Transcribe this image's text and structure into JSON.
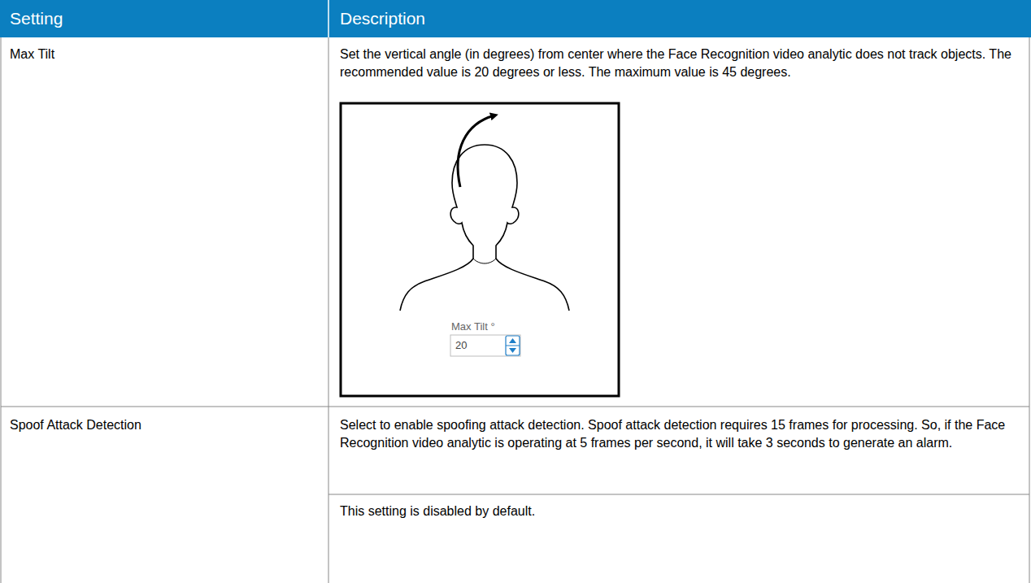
{
  "diagram": {
    "labels": [
      "Setting",
      "Description",
      "Max Tilt",
      "Set the vertical angle (in degrees) from center where the Face Recognition video analytic does not track objects. The recommended value is 20 degrees or less. The maximum value is 45 degrees.",
      "Max Tilt °",
      "20",
      "Spoof Attack Detection",
      "Select to enable spoofing attack detection. Spoof attack detection requires 15 frames for processing. So, if the Face Recognition video analytic is operating at 5 frames per second, it will take 3 seconds to generate an alarm.",
      "This setting is disabled by default."
    ]
  }
}
